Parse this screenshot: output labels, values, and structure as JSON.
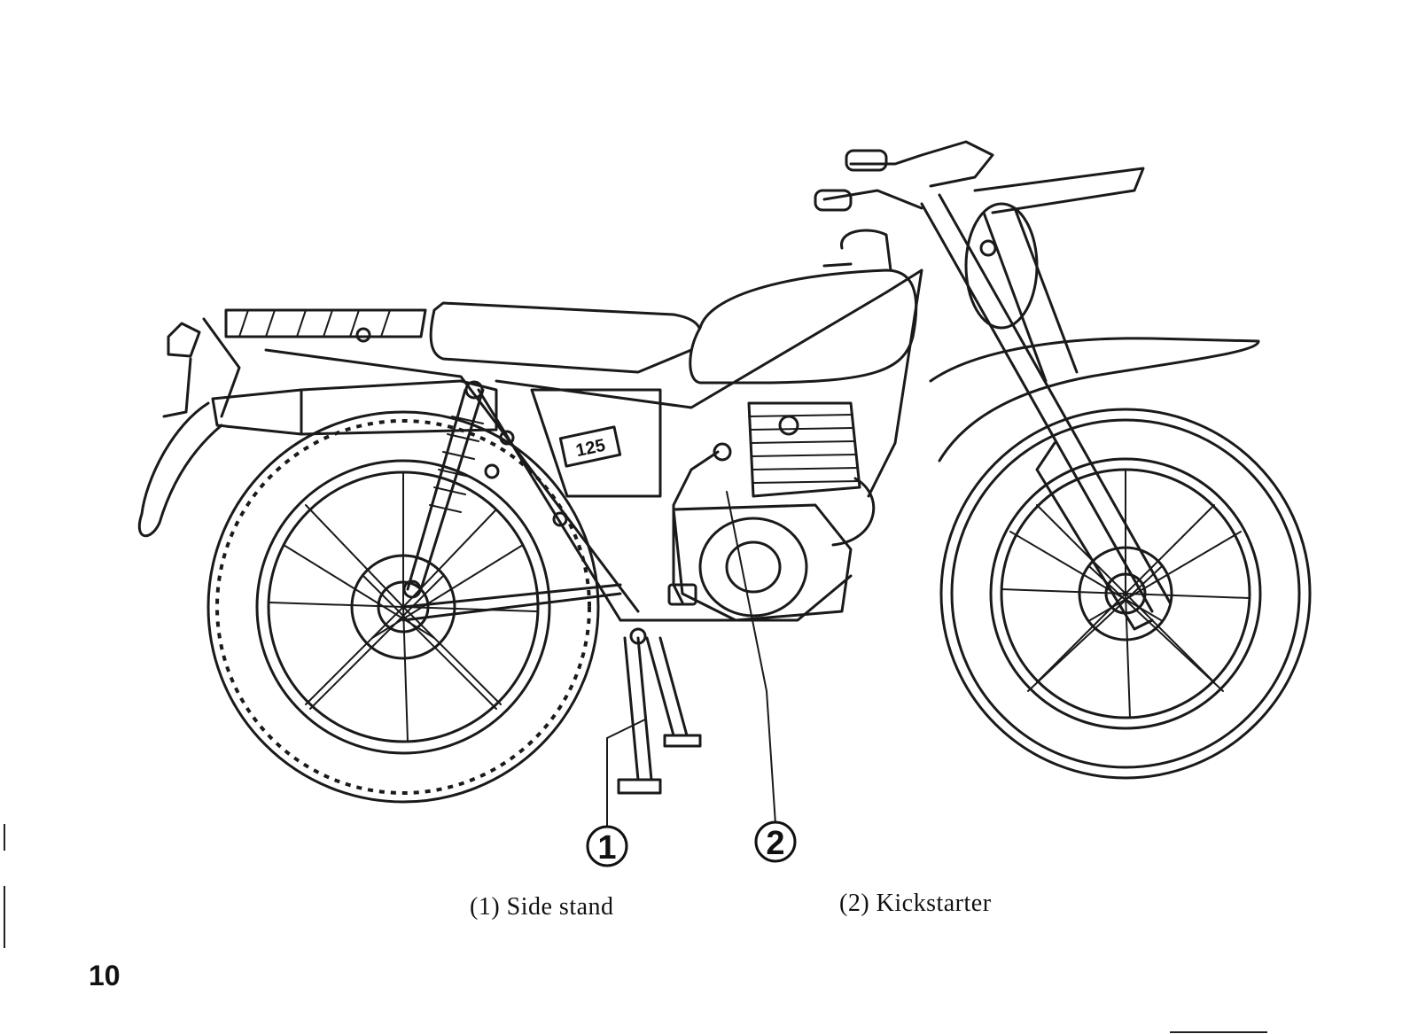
{
  "figure": {
    "callouts": [
      {
        "number": "1",
        "caption": "(1) Side stand"
      },
      {
        "number": "2",
        "caption": "(2) Kickstarter"
      }
    ],
    "tank_badge": "125"
  },
  "page_number": "10"
}
